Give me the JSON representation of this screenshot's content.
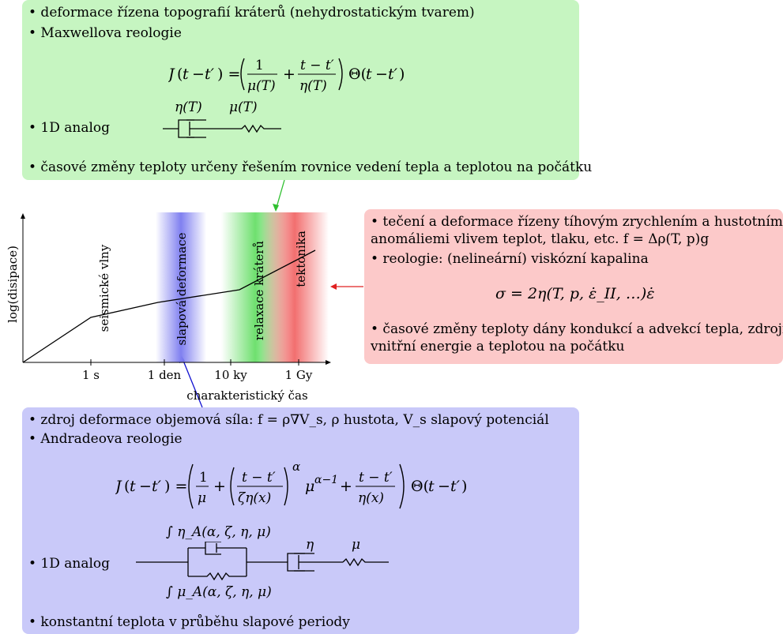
{
  "green_box": {
    "bullet1": "• deformace řízena topografií kráterů (nehydrostatickým tvarem)",
    "bullet2": "• Maxwellova reologie",
    "equation": "J(t − t′) = (1/μ(T) + (t − t′)/η(T)) Θ(t − t′)",
    "analog_bullet": "• 1D analog",
    "analog_eta": "η(T)",
    "analog_mu": "μ(T)",
    "bullet3": "• časové změny teploty určeny řešením rovnice vedení tepla a teplotou na počátku"
  },
  "red_box": {
    "bullet1_line1": "• tečení a deformace řízeny tíhovým zrychlením a hustotními",
    "bullet1_line2": "anomáliemi vlivem teplot, tlaku, etc. f = Δρ(T, p)g",
    "bullet2": "• reologie: (nelineární) viskózní kapalina",
    "equation": "σ = 2η(T, p, ε̇_II, …)ε̇",
    "bullet3_line1": "• časové změny teploty dány kondukcí a advekcí tepla, zdroji",
    "bullet3_line2": "vnitřní energie a teplotou na počátku"
  },
  "blue_box": {
    "bullet1": "• zdroj deformace objemová síla: f = ρ∇V_s, ρ hustota, V_s slapový potenciál",
    "bullet2": "• Andradeova reologie",
    "equation": "J(t − t′) = (1/μ + ((t − t′)/(ζη(x)))^α μ^(α−1) + (t − t′)/η(x)) Θ(t − t′)",
    "analog_bullet": "• 1D analog",
    "analog_eta_a": "∫ η_A(α, ζ, η, μ)",
    "analog_mu_a": "∫ μ_A(α, ζ, η, μ)",
    "analog_eta": "η",
    "analog_mu": "μ",
    "bullet3": "• konstantní teplota v průběhu slapové periody"
  },
  "chart": {
    "ylabel": "log(disipace)",
    "xlabel": "charakteristický čas",
    "ticks": [
      "1 s",
      "1 den",
      "10 ky",
      "1 Gy"
    ],
    "bands": [
      "seismické vlny",
      "slapová deformace",
      "relaxace kráterů",
      "tektonika"
    ],
    "colors": {
      "blue": "#8080f0",
      "green": "#6fe06f",
      "red": "#f26f6f",
      "arrow_red": "#e02020",
      "arrow_green": "#30c030",
      "arrow_blue": "#1010d0"
    }
  }
}
